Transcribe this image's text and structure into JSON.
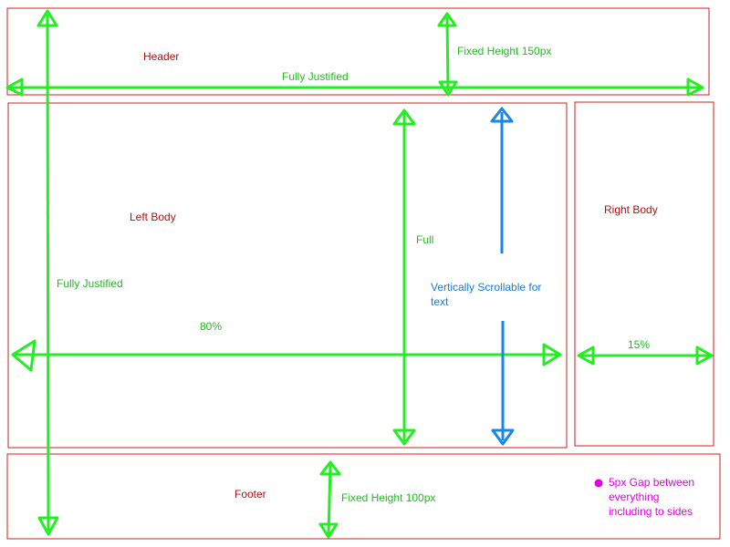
{
  "colors": {
    "box_border": "#cc2222",
    "box_label": "#b01010",
    "green_annotation": "#22ee22",
    "green_text": "#22bb22",
    "blue_annotation": "#1a86e6",
    "blue_text": "#1a7ad8",
    "magenta_note": "#e000e0"
  },
  "boxes": {
    "header": {
      "label": "Header"
    },
    "left_body": {
      "label": "Left Body"
    },
    "right_body": {
      "label": "Right Body"
    },
    "footer": {
      "label": "Footer"
    }
  },
  "annotations": {
    "header_width": "Fully Justified",
    "header_height": "Fixed Height 150px",
    "left_vertical": "Fully Justified",
    "left_width": "80%",
    "left_height": "Full",
    "scroll_line1": "Vertically Scrollable for",
    "scroll_line2": "text",
    "right_width": "15%",
    "footer_height": "Fixed Height 100px",
    "gap_line1": "5px Gap between",
    "gap_line2": "everything",
    "gap_line3": "including to sides"
  },
  "icons": {
    "gap_dot": "magenta-dot-icon"
  }
}
